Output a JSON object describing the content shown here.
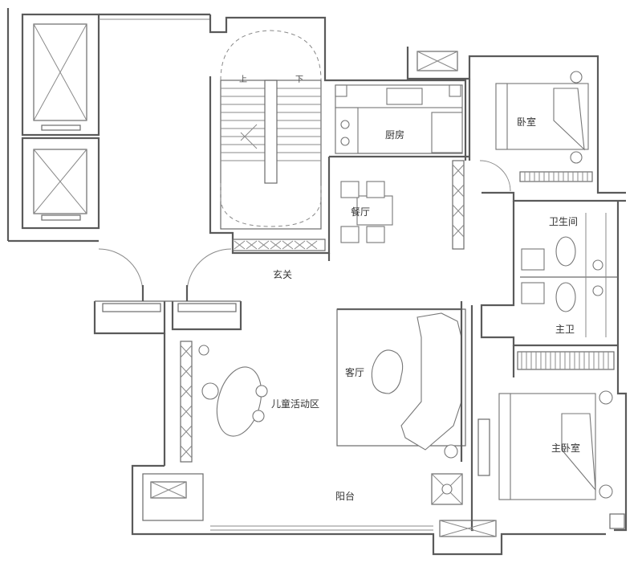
{
  "rooms": {
    "bedroom": "卧室",
    "kitchen": "厨房",
    "dining": "餐厅",
    "bathroom": "卫生间",
    "entrance": "玄关",
    "master_bath": "主卫",
    "living": "客厅",
    "kids_area": "儿童活动区",
    "master_bedroom": "主卧室",
    "balcony": "阳台"
  },
  "stairs": {
    "up": "上",
    "down": "下"
  }
}
